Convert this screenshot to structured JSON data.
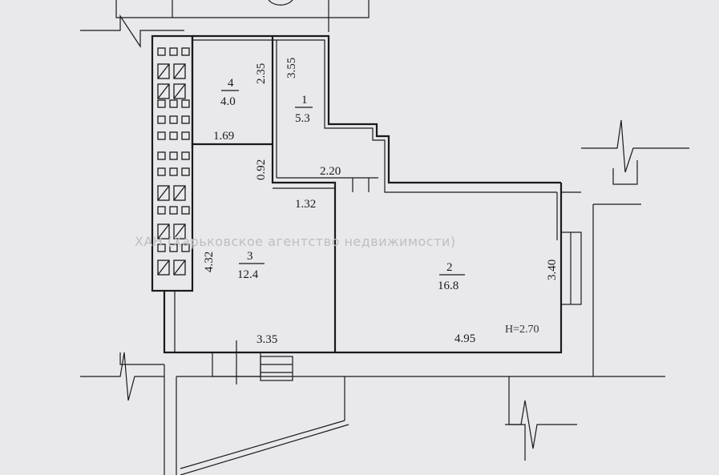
{
  "watermark": "ХАН (Харьковское агентство недвижимости)",
  "rooms": [
    {
      "number": "4",
      "area": "4.0"
    },
    {
      "number": "1",
      "area": "5.3"
    },
    {
      "number": "3",
      "area": "12.4"
    },
    {
      "number": "2",
      "area": "16.8"
    }
  ],
  "dimensions": {
    "d_235": "2.35",
    "d_355": "3.55",
    "d_169": "1.69",
    "d_092": "0.92",
    "d_220": "2.20",
    "d_132": "1.32",
    "d_432": "4.32",
    "d_335": "3.35",
    "d_495": "4.95",
    "d_340": "3.40"
  },
  "ceiling_height": "H=2.70"
}
